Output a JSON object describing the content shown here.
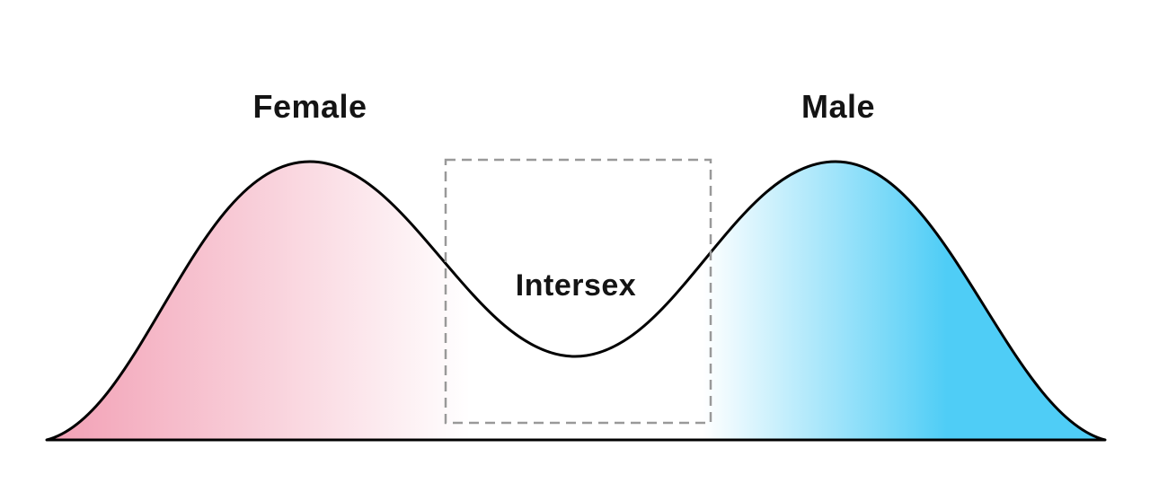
{
  "diagram": {
    "labels": {
      "female": "Female",
      "male": "Male",
      "intersex": "Intersex"
    },
    "colors": {
      "female_pink": "#F29FB4",
      "male_blue": "#4FCDF6",
      "white": "#FFFFFF",
      "curve_stroke": "#000000",
      "dashed_box_gray": "#999999"
    }
  }
}
